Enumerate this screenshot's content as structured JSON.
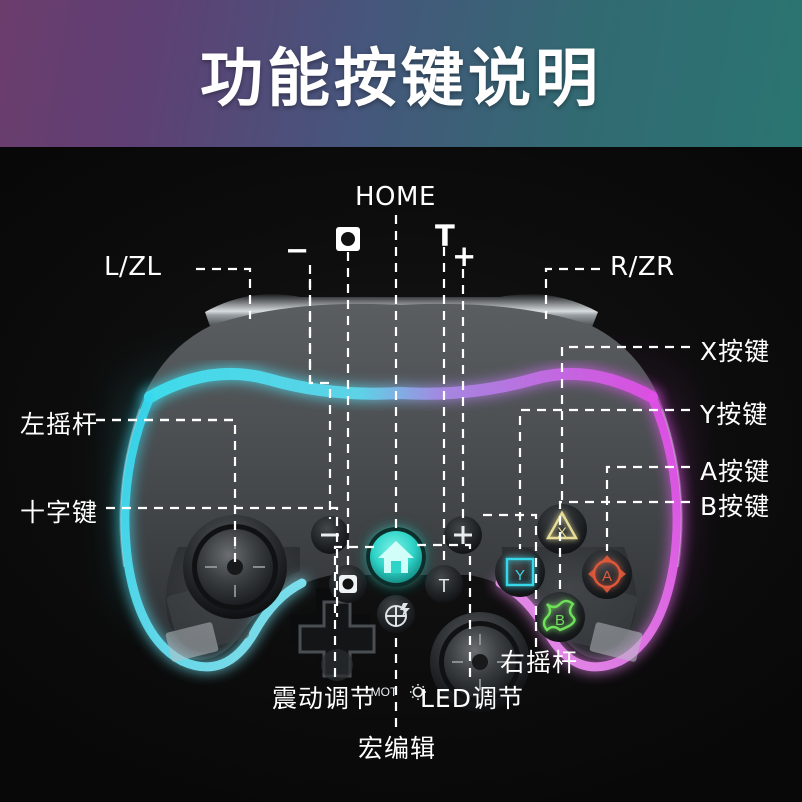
{
  "header": {
    "title": "功能按键说明"
  },
  "colors": {
    "header_gradient_left": "#6b3d6d",
    "header_gradient_right": "#2a7572",
    "background": "#0a0a0a",
    "label_text": "#ffffff",
    "led_left": "#46e1f0",
    "led_right": "#e255eb",
    "home_button": "#2fd4c8",
    "button_x": "#e8dd97",
    "button_y": "#35d7e8",
    "button_a": "#e0593a",
    "button_b": "#6ee05a"
  },
  "labels": {
    "home": "HOME",
    "capture_icon": "capture-square-icon",
    "minus": "−",
    "turbo": "T",
    "plus": "+",
    "left_shoulder": "L/ZL",
    "right_shoulder": "R/ZR",
    "left_stick": "左摇杆",
    "dpad": "十字键",
    "button_x": "X按键",
    "button_y": "Y按键",
    "button_a": "A按键",
    "button_b": "B按键",
    "right_stick": "右摇杆",
    "vibration": "震动调节",
    "led": "LED调节",
    "macro": "宏编辑"
  },
  "controller": {
    "face_buttons": [
      {
        "id": "x",
        "glyph": "X",
        "shape": "triangle",
        "color": "#e8dd97"
      },
      {
        "id": "y",
        "glyph": "Y",
        "shape": "square",
        "color": "#35d7e8"
      },
      {
        "id": "a",
        "glyph": "A",
        "shape": "circle",
        "color": "#e0593a"
      },
      {
        "id": "b",
        "glyph": "B",
        "shape": "cross",
        "color": "#6ee05a"
      }
    ],
    "center_buttons": [
      {
        "id": "minus",
        "glyph": "−"
      },
      {
        "id": "capture",
        "glyph": "◘"
      },
      {
        "id": "home",
        "glyph": "⌂"
      },
      {
        "id": "turbo",
        "glyph": "T"
      },
      {
        "id": "plus",
        "glyph": "+"
      },
      {
        "id": "macro",
        "glyph": "⊕"
      }
    ],
    "body_marks": [
      "MOT",
      "☀"
    ]
  }
}
